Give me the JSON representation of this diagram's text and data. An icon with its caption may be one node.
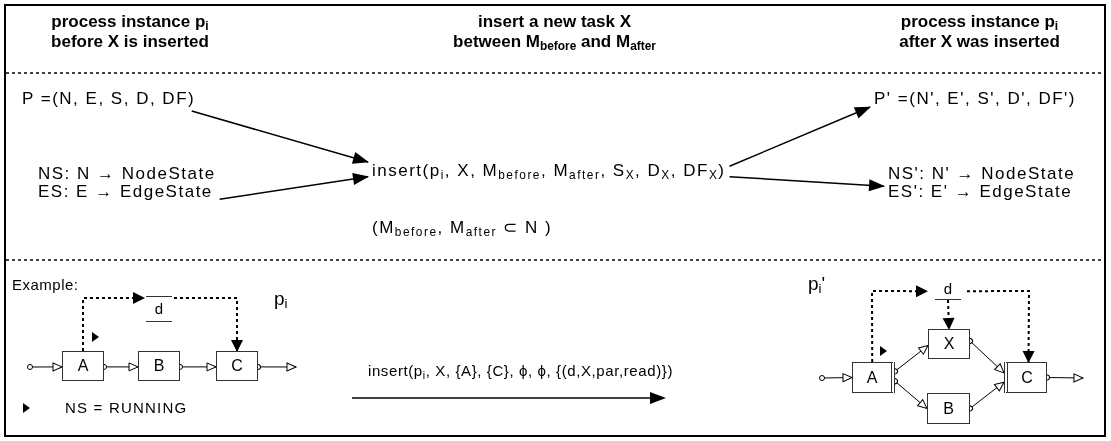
{
  "diagram": {
    "nodes": [
      {
        "text": [
          "P =(N, E, S, D, DF)"
        ]
      },
      {
        "text": [
          "NS: N → NodeState ES: E → EdgeState"
        ]
      },
      {
        "text": [
          "insert(p$_{i}$, X, M$_{before}$, M$_{after}$, S$_{X}$, D$_{X}$, DF$_{X}$)"
        ]
      },
      {
        "text": [
          "P' =(N', E', S', D', DF')"
        ]
      },
      {
        "text": [
          "NS': N' → NodeState ES': E' → EdgeState"
        ]
      },
      {
        "text": [
          "A"
        ]
      },
      {
        "text": [
          "B"
        ]
      },
      {
        "text": [
          "C"
        ]
      },
      {
        "text": [
          "d"
        ]
      },
      {
        "text": [
          "A"
        ]
      },
      {
        "text": [
          "X"
        ]
      },
      {
        "text": [
          "B"
        ]
      },
      {
        "text": [
          "C"
        ]
      },
      {
        "text": [
          "d"
        ]
      }
    ],
    "edges": [
      {
        "from": 0,
        "to": 2,
        "arrow": "to"
      },
      {
        "from": 1,
        "to": 2,
        "arrow": "to"
      },
      {
        "from": 2,
        "to": 3,
        "arrow": "to"
      },
      {
        "from": 2,
        "to": 4,
        "arrow": "to"
      },
      {
        "from": null,
        "to": 5,
        "arrow": "to"
      },
      {
        "from": 5,
        "to": 6,
        "arrow": "to"
      },
      {
        "from": 6,
        "to": 7,
        "arrow": "to"
      },
      {
        "from": 7,
        "to": null,
        "arrow": "to"
      },
      {
        "from": 5,
        "to": 8,
        "arrow": "to",
        "style": "dashed"
      },
      {
        "from": 8,
        "to": 7,
        "arrow": "to",
        "style": "dashed"
      },
      {
        "from": null,
        "to": 9,
        "arrow": "to"
      },
      {
        "from": 9,
        "to": 10,
        "arrow": "to"
      },
      {
        "from": 9,
        "to": 11,
        "arrow": "to"
      },
      {
        "from": 10,
        "to": 12,
        "arrow": "to"
      },
      {
        "from": 11,
        "to": 12,
        "arrow": "to"
      },
      {
        "from": 12,
        "to": null,
        "arrow": "to"
      },
      {
        "from": 9,
        "to": 13,
        "arrow": "to",
        "style": "dashed"
      },
      {
        "from": 13,
        "to": 10,
        "arrow": "to",
        "style": "dashed"
      },
      {
        "from": 13,
        "to": 12,
        "arrow": "to",
        "style": "dashed"
      }
    ],
    "labels": [
      "process instance p$_{i}$ before X is inserted",
      "insert a new task X between M$_{before}$ and M$_{after}$",
      "process instance p$_{i}$ after X was inserted",
      "(M$_{before}$, M$_{after}$ ⊂ N )",
      "Example:",
      "p$_{i}$",
      "insert(p$_{i}$, X, {A}, {C}, ϕ, ϕ, {(d,X,par,read)})",
      "p$_{i}$'"
    ],
    "legend": [
      {
        "text": "NS = RUNNING"
      }
    ]
  }
}
